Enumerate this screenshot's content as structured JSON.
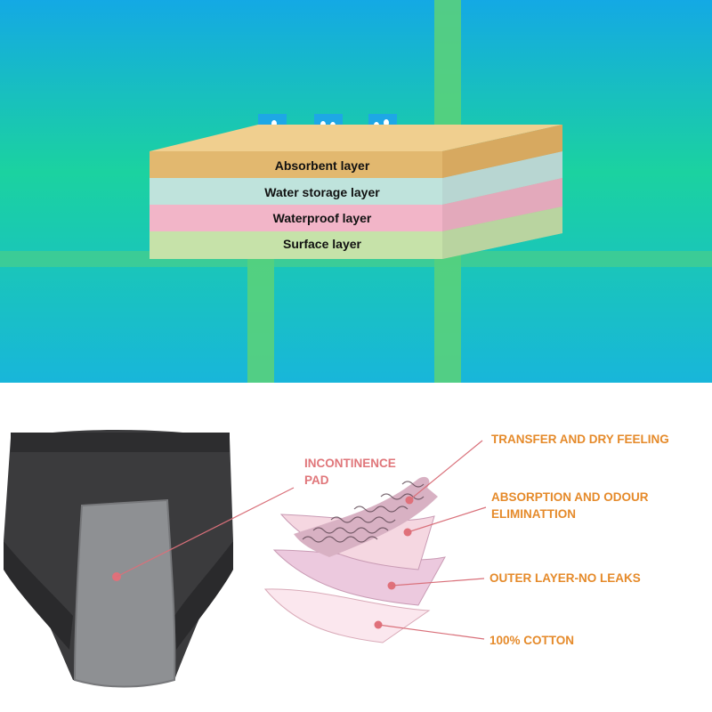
{
  "top_diagram": {
    "layers": [
      {
        "label": "Absorbent layer",
        "color": "#e2b86f"
      },
      {
        "label": "Water storage layer",
        "color": "#bfe3dc"
      },
      {
        "label": "Waterproof layer",
        "color": "#f2b5c8"
      },
      {
        "label": "Surface layer",
        "color": "#c6e2a9"
      }
    ],
    "droplet_icons": [
      "water-drops-icon",
      "water-drops-icon",
      "water-drops-icon"
    ],
    "colors": {
      "background_top": "#14a9e4",
      "background_bottom": "#1bd2a0",
      "grid_lines": "#5ed276",
      "droplet_box": "#1ea7e6"
    }
  },
  "bottom_diagram": {
    "product_label_line1": "INCONTINENCE",
    "product_label_line2": "PAD",
    "callouts": [
      {
        "line1": "TRANSFER AND DRY FEELING",
        "line2": ""
      },
      {
        "line1": "ABSORPTION AND ODOUR",
        "line2": "ELIMINATTION"
      },
      {
        "line1": "OUTER LAYER-NO LEAKS",
        "line2": ""
      },
      {
        "line1": "100% COTTON",
        "line2": ""
      }
    ],
    "colors": {
      "callout_text": "#e58a2a",
      "pad_label": "#e0767a",
      "leader_line": "#d9707a",
      "marker_dot": "#e0707a",
      "brief_fabric": "#3b3b3d",
      "pad_mesh": "#8e9093"
    }
  }
}
